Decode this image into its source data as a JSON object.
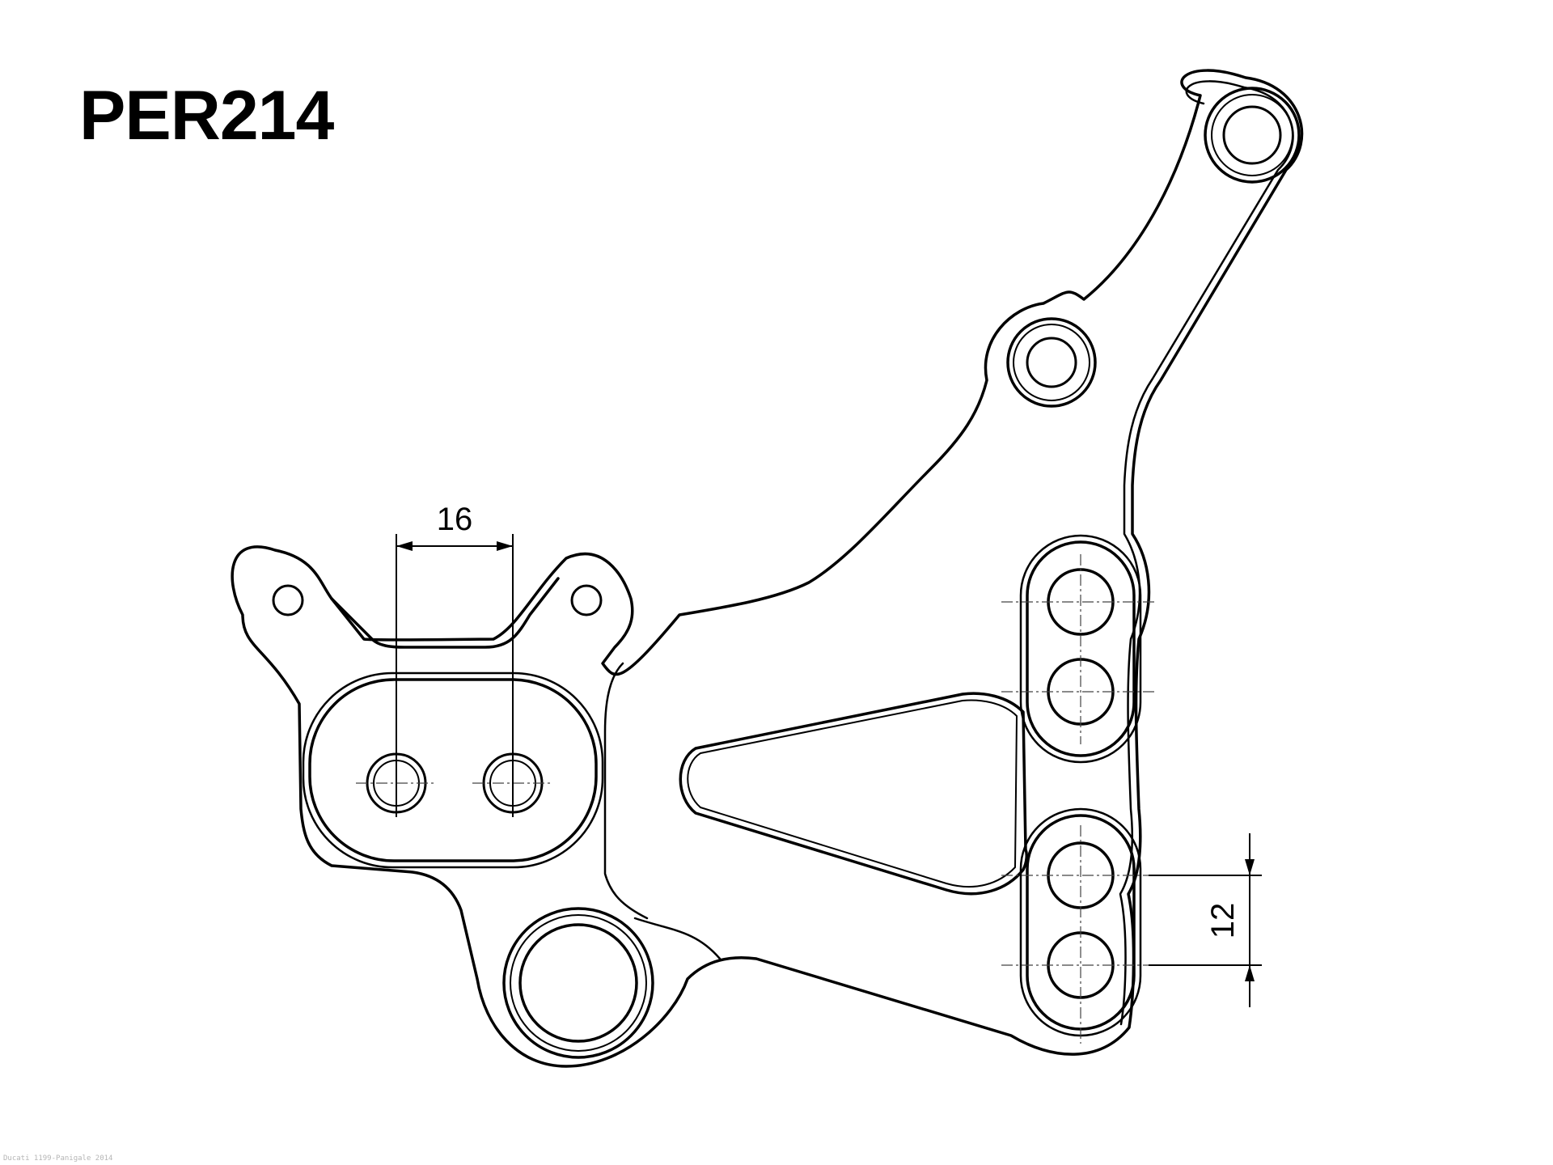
{
  "drawing": {
    "part_number": "PER214",
    "footer_caption": "Ducati 1199-Panigale 2014",
    "dimensions": {
      "horizontal_spacing": "16",
      "vertical_spacing": "12"
    },
    "colors": {
      "line": "#000000",
      "background": "#ffffff",
      "centerline": "#444444"
    }
  }
}
